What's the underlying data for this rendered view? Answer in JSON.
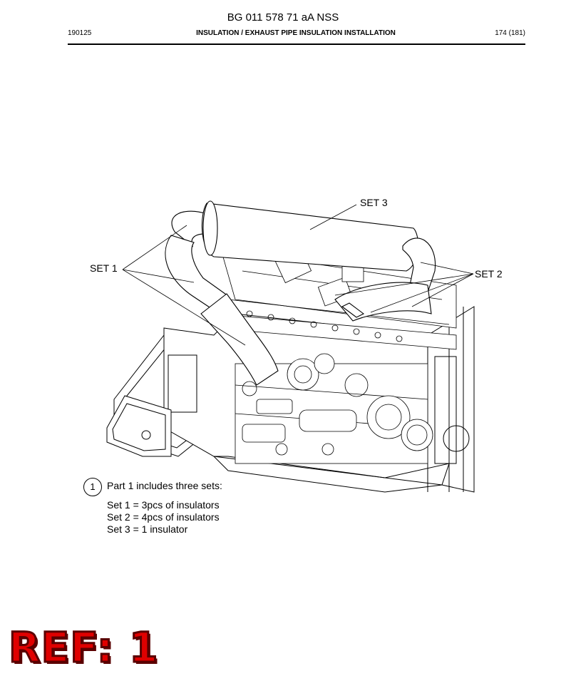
{
  "document": {
    "title": "BG 011 578 71 aA NSS",
    "date_code": "190125",
    "section_title": "INSULATION / EXHAUST PIPE INSULATION INSTALLATION",
    "page_number": "174 (181)"
  },
  "figure": {
    "callouts": {
      "set3": "SET 3",
      "set1": "SET 1",
      "set2": "SET 2"
    }
  },
  "note": {
    "number": "1",
    "intro": "Part 1 includes three sets:",
    "lines": [
      "Set 1 = 3pcs of insulators",
      "Set 2 = 4pcs of insulators",
      "Set 3 = 1 insulator"
    ]
  },
  "stamp": {
    "text": "REF: 1",
    "color": "#e00000"
  }
}
